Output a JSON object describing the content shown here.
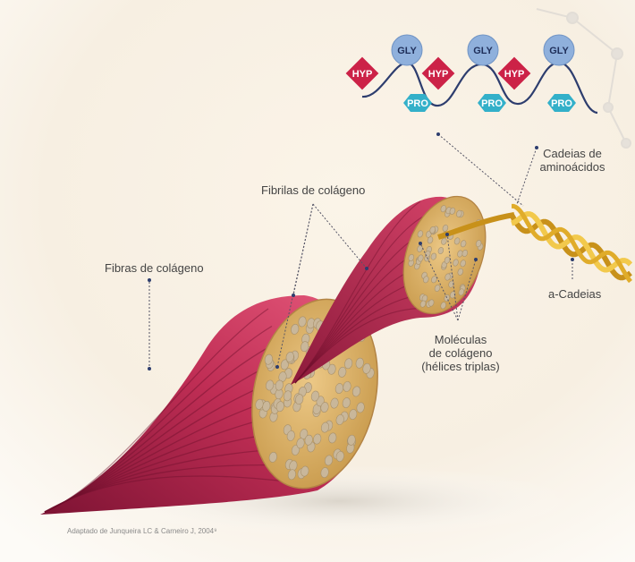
{
  "labels": {
    "fibras": "Fibras de colágeno",
    "fibrilas": "Fibrilas de colágeno",
    "cadeias_line1": "Cadeias de",
    "cadeias_line2": "aminoácidos",
    "a_cadeias": "a-Cadeias",
    "moleculas_line1": "Moléculas",
    "moleculas_line2": "de colágeno",
    "moleculas_line3": "(hélices triplas)",
    "credit": "Adaptado de Junqueira LC & Carneiro J, 2004⁹"
  },
  "amino_acids": {
    "gly": "GLY",
    "hyp": "HYP",
    "pro": "PRO"
  },
  "colors": {
    "fiber_red": "#b8264a",
    "fiber_dark": "#7d1333",
    "cut_face": "#d9b46a",
    "molecule": "#c9b79a",
    "gly_blue": "#8fb0dc",
    "hyp_red": "#cc2247",
    "pro_teal": "#33b0c9",
    "helix_gold": "#d9a31c"
  }
}
